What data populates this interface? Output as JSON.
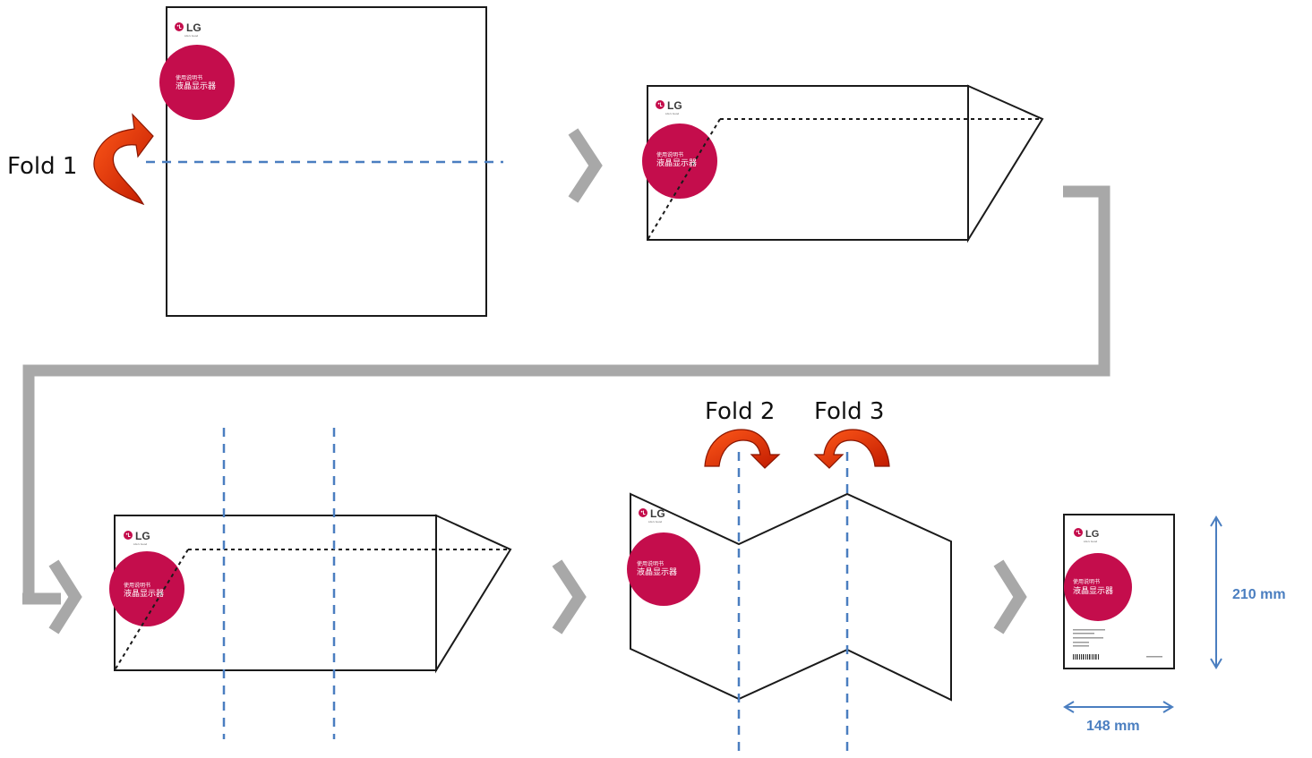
{
  "brand": {
    "logo_text": "LG",
    "tagline": "Life's Good"
  },
  "cover": {
    "subtitle": "使用说明书",
    "title": "液晶显示器"
  },
  "steps": {
    "fold1": "Fold 1",
    "fold2": "Fold 2",
    "fold3": "Fold 3"
  },
  "dimensions": {
    "height": "210 mm",
    "width": "148 mm"
  },
  "colors": {
    "cover_circle": "#c40d4c",
    "fold_line": "#4a7ec0",
    "flow_arrow": "#a8a8a8",
    "fold_arrow": "#d73a10",
    "dimension": "#4a7ec0"
  }
}
